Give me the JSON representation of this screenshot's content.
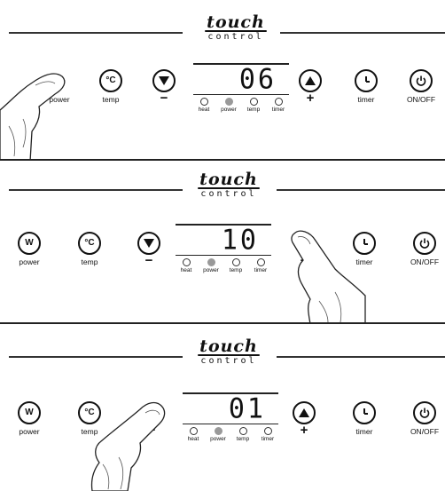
{
  "brand": {
    "script": "touch",
    "sub": "control"
  },
  "labels": {
    "power": "power",
    "temp": "temp",
    "timer": "timer",
    "onoff": "ON/OFF",
    "minus": "−",
    "plus": "+"
  },
  "indicators": [
    "heat",
    "power",
    "temp",
    "timer"
  ],
  "glyphs": {
    "power_w": "W",
    "temp_c": "°C"
  },
  "panels": [
    {
      "display": "06",
      "active_indicator": "power",
      "pressed_button": "power"
    },
    {
      "display": "10",
      "active_indicator": "power",
      "pressed_button": "increase"
    },
    {
      "display": "01",
      "active_indicator": "power",
      "pressed_button": "decrease"
    }
  ]
}
